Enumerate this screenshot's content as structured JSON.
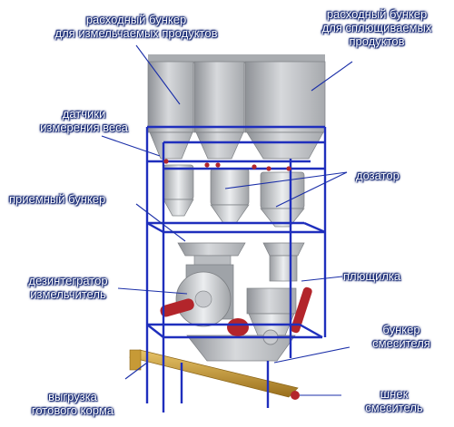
{
  "labels": {
    "crush_hopper": [
      "расходный бункер",
      "для измельчаемых продуктов"
    ],
    "flake_hopper": [
      "расходный бункер",
      "для сплющиваемых",
      "продуктов"
    ],
    "weight_sensors": [
      "датчики",
      "измерения веса"
    ],
    "dispenser": [
      "дозатор"
    ],
    "receiving_hopper": [
      "приемный бункер"
    ],
    "disintegrator": [
      "дезинтегратор",
      "измельчитель"
    ],
    "flattener": [
      "плющилка"
    ],
    "mixer_hopper": [
      "бункер",
      "смесителя"
    ],
    "unloading": [
      "выгрузка",
      "готового корма"
    ],
    "mixer_auger": [
      "шнек",
      "смеситель"
    ]
  },
  "colors": {
    "frame": "#1f2fbd",
    "steel": "#c3c6ca",
    "auger": "#c79a36",
    "motor": "#b3252b",
    "leader": "#1b2fa8"
  }
}
